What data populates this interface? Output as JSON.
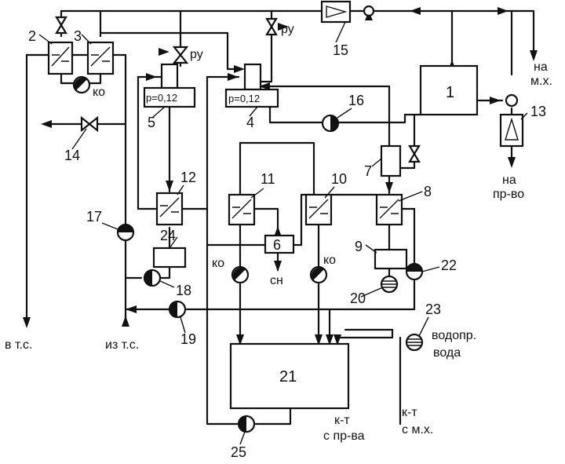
{
  "components": {
    "c1": "1",
    "c2": "2",
    "c3": "3",
    "c4": "4",
    "c5": "5",
    "c6": "6",
    "c7": "7",
    "c8": "8",
    "c9": "9",
    "c10": "10",
    "c11": "11",
    "c12": "12",
    "c13": "13",
    "c14": "14",
    "c15": "15",
    "c16": "16",
    "c17": "17",
    "c18": "18",
    "c19": "19",
    "c20": "20",
    "c21": "21",
    "c22": "22",
    "c23": "23",
    "c24": "24",
    "c25": "25"
  },
  "labels": {
    "ru_top": "ру",
    "ru_left": "ру",
    "pressure_5": "p=0,12",
    "pressure_4": "p=0,12",
    "ko_top": "ко",
    "ko_11": "ко",
    "ko_10": "ко",
    "sn": "сн",
    "to_ts": "в т.с.",
    "from_ts": "из т.с.",
    "na1": "на",
    "mh": "м.х.",
    "na2": "на",
    "prvo": "пр-во",
    "vodopr": "водопр.",
    "voda": "вода",
    "kt1": "к-т",
    "s_prva": "с пр-ва",
    "kt2": "к-т",
    "s_mh": "с м.х."
  }
}
